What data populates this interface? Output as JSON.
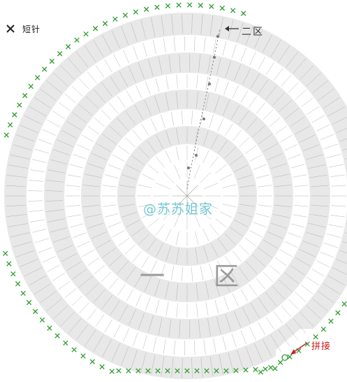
{
  "legend": {
    "symbol_icon": "green-x-mark",
    "label": "短针"
  },
  "labels": {
    "region_two": "二区",
    "region_one": "一区",
    "join": "拼接",
    "watermark": "@苏苏姐家"
  },
  "colors": {
    "stitch_x": "#2e9d2e",
    "band_fill": "#e8e8e8",
    "stitch_line": "#9c9c9c",
    "arrow_red": "#c81e1e",
    "watermark": "#5bbfcf"
  }
}
